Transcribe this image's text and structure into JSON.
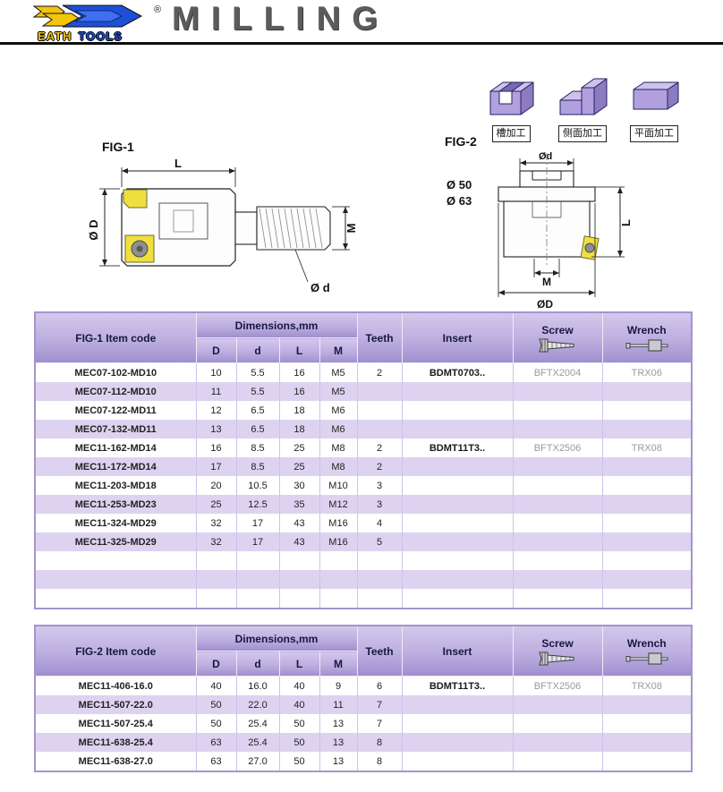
{
  "brand": {
    "name1": "EATH",
    "name2": "TOOLS",
    "registered": "®"
  },
  "header": {
    "title": "MILLING"
  },
  "machining": {
    "items": [
      {
        "label": "槽加工"
      },
      {
        "label": "侧面加工"
      },
      {
        "label": "平面加工"
      }
    ]
  },
  "fig1": {
    "label": "FIG-1",
    "dim_L": "L",
    "dim_M": "M",
    "dim_D": "Ø D",
    "dim_d": "Ø d"
  },
  "fig2": {
    "label": "FIG-2",
    "bore1": "Ø 50",
    "bore2": "Ø 63",
    "dim_od_small": "Ød",
    "dim_M": "M",
    "dim_OD": "ØD",
    "dim_L": "L"
  },
  "table1": {
    "item_header": "FIG-1 Item code",
    "dimensions_header": "Dimensions,mm",
    "dim_cols": [
      "D",
      "d",
      "L",
      "M"
    ],
    "teeth_header": "Teeth",
    "insert_header": "Insert",
    "screw_header": "Screw",
    "wrench_header": "Wrench",
    "rows": [
      {
        "code": "MEC07-102-MD10",
        "D": "10",
        "d": "5.5",
        "L": "16",
        "M": "M5",
        "teeth": "2",
        "insert": "BDMT0703..",
        "screw": "BFTX2004",
        "wrench": "TRX06"
      },
      {
        "code": "MEC07-112-MD10",
        "D": "11",
        "d": "5.5",
        "L": "16",
        "M": "M5",
        "teeth": "",
        "insert": "",
        "screw": "",
        "wrench": ""
      },
      {
        "code": "MEC07-122-MD11",
        "D": "12",
        "d": "6.5",
        "L": "18",
        "M": "M6",
        "teeth": "",
        "insert": "",
        "screw": "",
        "wrench": ""
      },
      {
        "code": "MEC07-132-MD11",
        "D": "13",
        "d": "6.5",
        "L": "18",
        "M": "M6",
        "teeth": "",
        "insert": "",
        "screw": "",
        "wrench": ""
      },
      {
        "code": "MEC11-162-MD14",
        "D": "16",
        "d": "8.5",
        "L": "25",
        "M": "M8",
        "teeth": "2",
        "insert": "BDMT11T3..",
        "screw": "BFTX2506",
        "wrench": "TRX08"
      },
      {
        "code": "MEC11-172-MD14",
        "D": "17",
        "d": "8.5",
        "L": "25",
        "M": "M8",
        "teeth": "2",
        "insert": "",
        "screw": "",
        "wrench": ""
      },
      {
        "code": "MEC11-203-MD18",
        "D": "20",
        "d": "10.5",
        "L": "30",
        "M": "M10",
        "teeth": "3",
        "insert": "",
        "screw": "",
        "wrench": ""
      },
      {
        "code": "MEC11-253-MD23",
        "D": "25",
        "d": "12.5",
        "L": "35",
        "M": "M12",
        "teeth": "3",
        "insert": "",
        "screw": "",
        "wrench": ""
      },
      {
        "code": "MEC11-324-MD29",
        "D": "32",
        "d": "17",
        "L": "43",
        "M": "M16",
        "teeth": "4",
        "insert": "",
        "screw": "",
        "wrench": ""
      },
      {
        "code": "MEC11-325-MD29",
        "D": "32",
        "d": "17",
        "L": "43",
        "M": "M16",
        "teeth": "5",
        "insert": "",
        "screw": "",
        "wrench": ""
      }
    ]
  },
  "table2": {
    "item_header": "FIG-2 Item code",
    "dimensions_header": "Dimensions,mm",
    "dim_cols": [
      "D",
      "d",
      "L",
      "M"
    ],
    "teeth_header": "Teeth",
    "insert_header": "Insert",
    "screw_header": "Screw",
    "wrench_header": "Wrench",
    "rows": [
      {
        "code": "MEC11-406-16.0",
        "D": "40",
        "d": "16.0",
        "L": "40",
        "M": "9",
        "teeth": "6",
        "insert": "BDMT11T3..",
        "screw": "BFTX2506",
        "wrench": "TRX08"
      },
      {
        "code": "MEC11-507-22.0",
        "D": "50",
        "d": "22.0",
        "L": "40",
        "M": "11",
        "teeth": "7",
        "insert": "",
        "screw": "",
        "wrench": ""
      },
      {
        "code": "MEC11-507-25.4",
        "D": "50",
        "d": "25.4",
        "L": "50",
        "M": "13",
        "teeth": "7",
        "insert": "",
        "screw": "",
        "wrench": ""
      },
      {
        "code": "MEC11-638-25.4",
        "D": "63",
        "d": "25.4",
        "L": "50",
        "M": "13",
        "teeth": "8",
        "insert": "",
        "screw": "",
        "wrench": ""
      },
      {
        "code": "MEC11-638-27.0",
        "D": "63",
        "d": "27.0",
        "L": "50",
        "M": "13",
        "teeth": "8",
        "insert": "",
        "screw": "",
        "wrench": ""
      }
    ]
  },
  "colors": {
    "header_purple": "#a08fcf",
    "row_purple": "#ddd3f0",
    "insert_yellow": "#f0df3e",
    "brand_yellow": "#f3c50b",
    "brand_blue": "#1d4fd7",
    "title_gray": "#5b5c5e"
  }
}
